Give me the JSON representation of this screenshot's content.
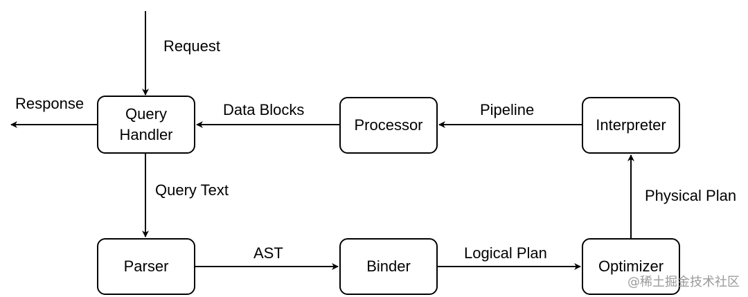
{
  "nodes": {
    "query_handler": {
      "line1": "Query",
      "line2": "Handler"
    },
    "processor": "Processor",
    "interpreter": "Interpreter",
    "parser": "Parser",
    "binder": "Binder",
    "optimizer": "Optimizer"
  },
  "edges": {
    "request": "Request",
    "response": "Response",
    "data_blocks": "Data Blocks",
    "pipeline": "Pipeline",
    "query_text": "Query Text",
    "ast": "AST",
    "logical_plan": "Logical Plan",
    "physical_plan": "Physical Plan"
  },
  "watermark": "@稀土掘金技术社区",
  "colors": {
    "stroke": "#000000",
    "background": "#ffffff",
    "watermark": "#9a9a9a"
  }
}
